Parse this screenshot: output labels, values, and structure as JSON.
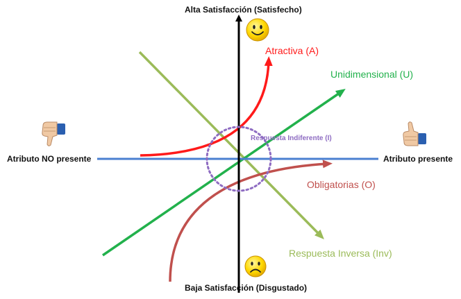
{
  "axes": {
    "top": "Alta Satisfacción (Satisfecho)",
    "bottom": "Baja Satisfacción (Disgustado)",
    "left": "Atributo NO presente",
    "right": "Atributo presente"
  },
  "curves": {
    "attractive": "Atractiva (A)",
    "one_dimensional": "Unidimensional (U)",
    "indifferent": "Respuesta Indiferente (I)",
    "must_be": "Obligatorias (O)",
    "reverse": "Respuesta Inversa (Inv)"
  },
  "colors": {
    "attractive": "#ff1a1a",
    "one_dimensional": "#22b14c",
    "indifferent": "#8e6cc2",
    "must_be": "#c0504d",
    "reverse": "#9bbb59",
    "horizontal_axis": "#4a7fd0",
    "vertical_axis": "#000000"
  },
  "icons": [
    "happy-face-icon",
    "sad-face-icon",
    "thumbs-down-icon",
    "thumbs-up-icon"
  ]
}
